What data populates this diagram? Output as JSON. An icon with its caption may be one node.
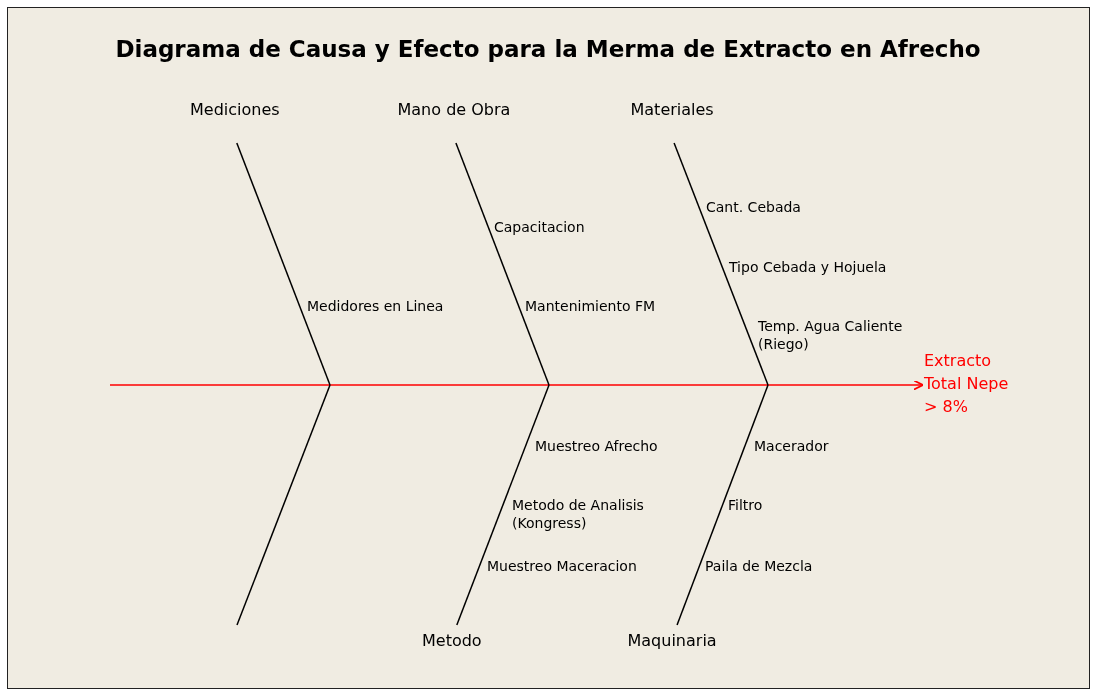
{
  "diagram": {
    "title": "Diagrama de Causa y Efecto para la Merma de Extracto en Afrecho",
    "nodes": [
      {
        "text": [
          "Mediciones"
        ]
      },
      {
        "text": [
          "Mano de Obra"
        ]
      },
      {
        "text": [
          "Materiales"
        ]
      },
      {
        "text": [
          "Metodo"
        ]
      },
      {
        "text": [
          "Maquinaria"
        ]
      },
      {
        "text": [
          "Extracto Total Nepe > 8%"
        ]
      }
    ],
    "edges": [
      {
        "from": null,
        "to": 5,
        "arrow": "to",
        "color": "#ff0000"
      },
      {
        "from": 0,
        "to": null,
        "arrow": "none"
      },
      {
        "from": 1,
        "to": null,
        "arrow": "none"
      },
      {
        "from": 2,
        "to": null,
        "arrow": "none"
      },
      {
        "from": 3,
        "to": null,
        "arrow": "none"
      },
      {
        "from": 4,
        "to": null,
        "arrow": "none"
      }
    ],
    "labels": [
      "Medidores en Linea",
      "Capacitacion",
      "Mantenimiento FM",
      "Cant. Cebada",
      "Tipo Cebada y Hojuela",
      "Temp. Agua Caliente (Riego)",
      "Muestreo Afrecho",
      "Metodo de Analisis (Kongress)",
      "Muestreo Maceracion",
      "Macerador",
      "Filtro",
      "Paila de Mezcla"
    ]
  }
}
